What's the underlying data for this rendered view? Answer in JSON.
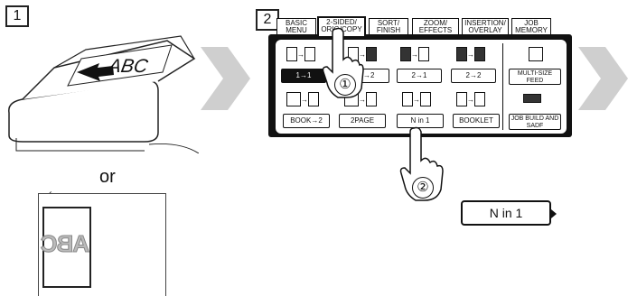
{
  "steps": {
    "step1": "1",
    "step2": "2"
  },
  "feeder_label": "ABC",
  "or_text": "or",
  "paper_label": "ABC",
  "tabs": [
    {
      "label": "BASIC MENU"
    },
    {
      "label": "2-SIDED/ ORIG/COPY"
    },
    {
      "label": "SORT/ FINISH"
    },
    {
      "label": "ZOOM/ EFFECTS"
    },
    {
      "label": "INSERTION/ OVERLAY"
    },
    {
      "label": "JOB MEMORY"
    }
  ],
  "row1": [
    {
      "label": "1→1"
    },
    {
      "label": "1→2"
    },
    {
      "label": "2→1"
    },
    {
      "label": "2→2"
    }
  ],
  "row2": [
    {
      "label": "BOOK→2"
    },
    {
      "label": "2PAGE"
    },
    {
      "label": "N in 1"
    },
    {
      "label": "BOOKLET"
    }
  ],
  "side": {
    "multisize": "MULTI-SIZE FEED",
    "jobbuild": "JOB BUILD AND SADF"
  },
  "callouts": {
    "one": "①",
    "two": "②"
  },
  "big_button": "N in 1",
  "icons": [
    "arrow-right-icon",
    "hand-pointer-icon",
    "corner-arrow-icon"
  ],
  "colors": {
    "arrow_fill": "#cfcfcf",
    "panel_bg": "#111111",
    "selected": "#111111"
  }
}
